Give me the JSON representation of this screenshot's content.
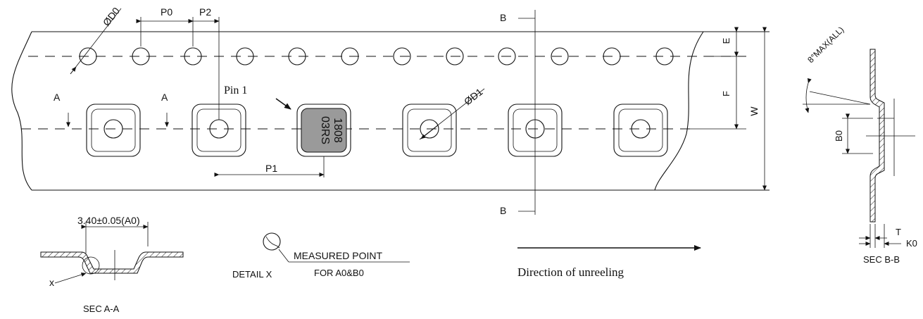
{
  "labels": {
    "d0": "ØD0",
    "p0": "P0",
    "p2": "P2",
    "b_top": "B",
    "b_bottom": "B",
    "a_left": "A",
    "a_right": "A",
    "pin1": "Pin 1",
    "d1": "ØD1",
    "p1": "P1",
    "e": "E",
    "f": "F",
    "w": "W",
    "marking_line1": "1808",
    "marking_line2": "03RS",
    "a0_dim": "3.40±0.05(A0)",
    "x": "x",
    "sec_aa": "SEC A-A",
    "measured_point": "MEASURED POINT",
    "for_a0b0": "FOR A0&B0",
    "detail_x": "DETAIL X",
    "direction": "Direction of unreeling",
    "max_angle": "8°MAX(ALL)",
    "b0": "B0",
    "t": "T",
    "k0": "K0",
    "sec_bb": "SEC B-B"
  }
}
